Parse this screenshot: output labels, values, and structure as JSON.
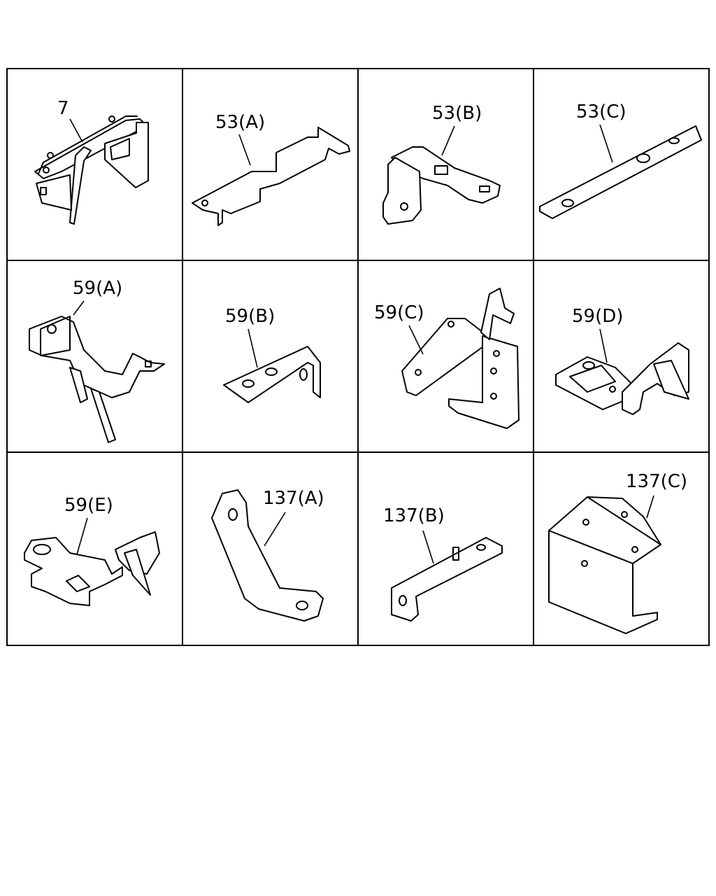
{
  "cells": [
    {
      "label": "7"
    },
    {
      "label": "53(A)"
    },
    {
      "label": "53(B)"
    },
    {
      "label": "53(C)"
    },
    {
      "label": "59(A)"
    },
    {
      "label": "59(B)"
    },
    {
      "label": "59(C)"
    },
    {
      "label": "59(D)"
    },
    {
      "label": "59(E)"
    },
    {
      "label": "137(A)"
    },
    {
      "label": "137(B)"
    },
    {
      "label": "137(C)"
    }
  ]
}
